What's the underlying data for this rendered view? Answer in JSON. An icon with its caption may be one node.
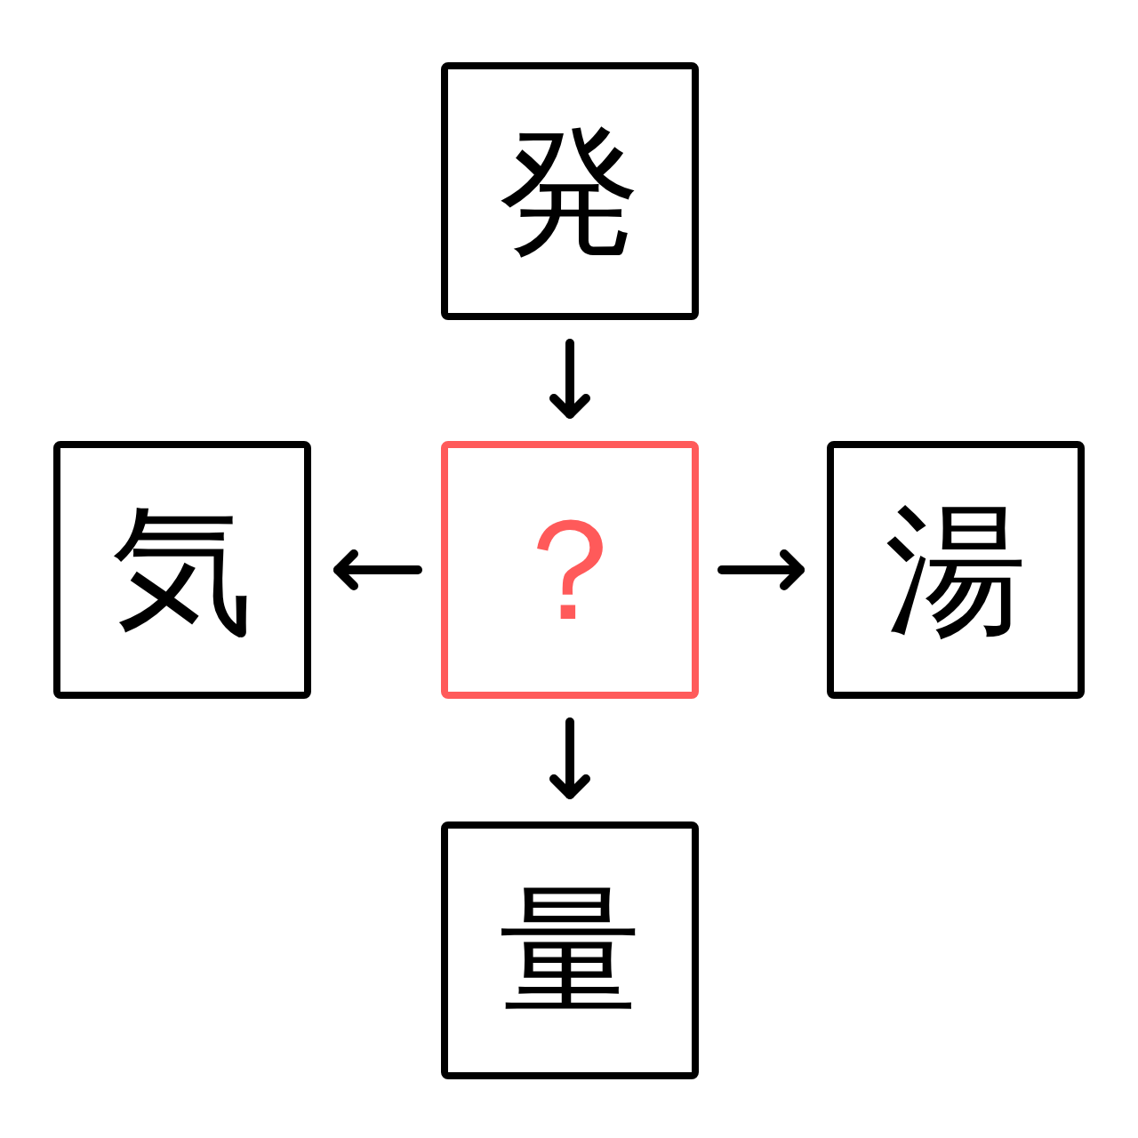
{
  "diagram": {
    "nodes": [
      {
        "text": [
          "発"
        ]
      },
      {
        "text": [
          "気"
        ]
      },
      {
        "text": [
          "？"
        ]
      },
      {
        "text": [
          "湯"
        ]
      },
      {
        "text": [
          "量"
        ]
      }
    ],
    "edges": [
      {
        "from": 0,
        "to": 2,
        "arrow": "to"
      },
      {
        "from": 2,
        "to": 1,
        "arrow": "to"
      },
      {
        "from": 2,
        "to": 3,
        "arrow": "to"
      },
      {
        "from": 2,
        "to": 4,
        "arrow": "to"
      }
    ]
  }
}
